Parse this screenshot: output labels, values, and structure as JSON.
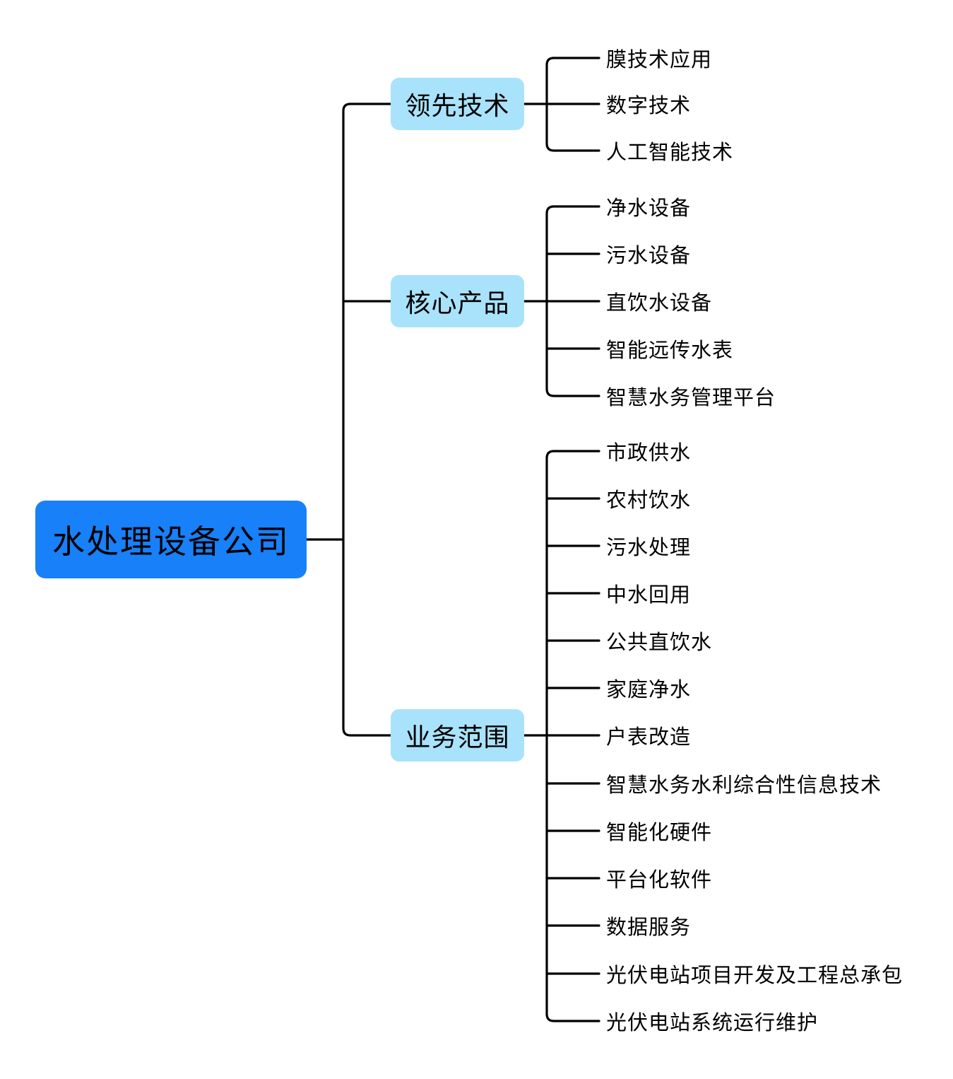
{
  "diagram": {
    "type": "mindmap",
    "root": {
      "label": "水处理设备公司"
    },
    "branches": [
      {
        "label": "领先技术",
        "children": [
          "膜技术应用",
          "数字技术",
          "人工智能技术"
        ]
      },
      {
        "label": "核心产品",
        "children": [
          "净水设备",
          "污水设备",
          "直饮水设备",
          "智能远传水表",
          "智慧水务管理平台"
        ]
      },
      {
        "label": "业务范围",
        "children": [
          "市政供水",
          "农村饮水",
          "污水处理",
          "中水回用",
          "公共直饮水",
          "家庭净水",
          "户表改造",
          "智慧水务水利综合性信息技术",
          "智能化硬件",
          "平台化软件",
          "数据服务",
          "光伏电站项目开发及工程总承包",
          "光伏电站系统运行维护"
        ]
      }
    ]
  },
  "colors": {
    "background": "#FFFFFF",
    "root_bg": "#1880F8",
    "branch_bg": "#A9E2FB",
    "line": "#000000",
    "text": "#000000"
  }
}
